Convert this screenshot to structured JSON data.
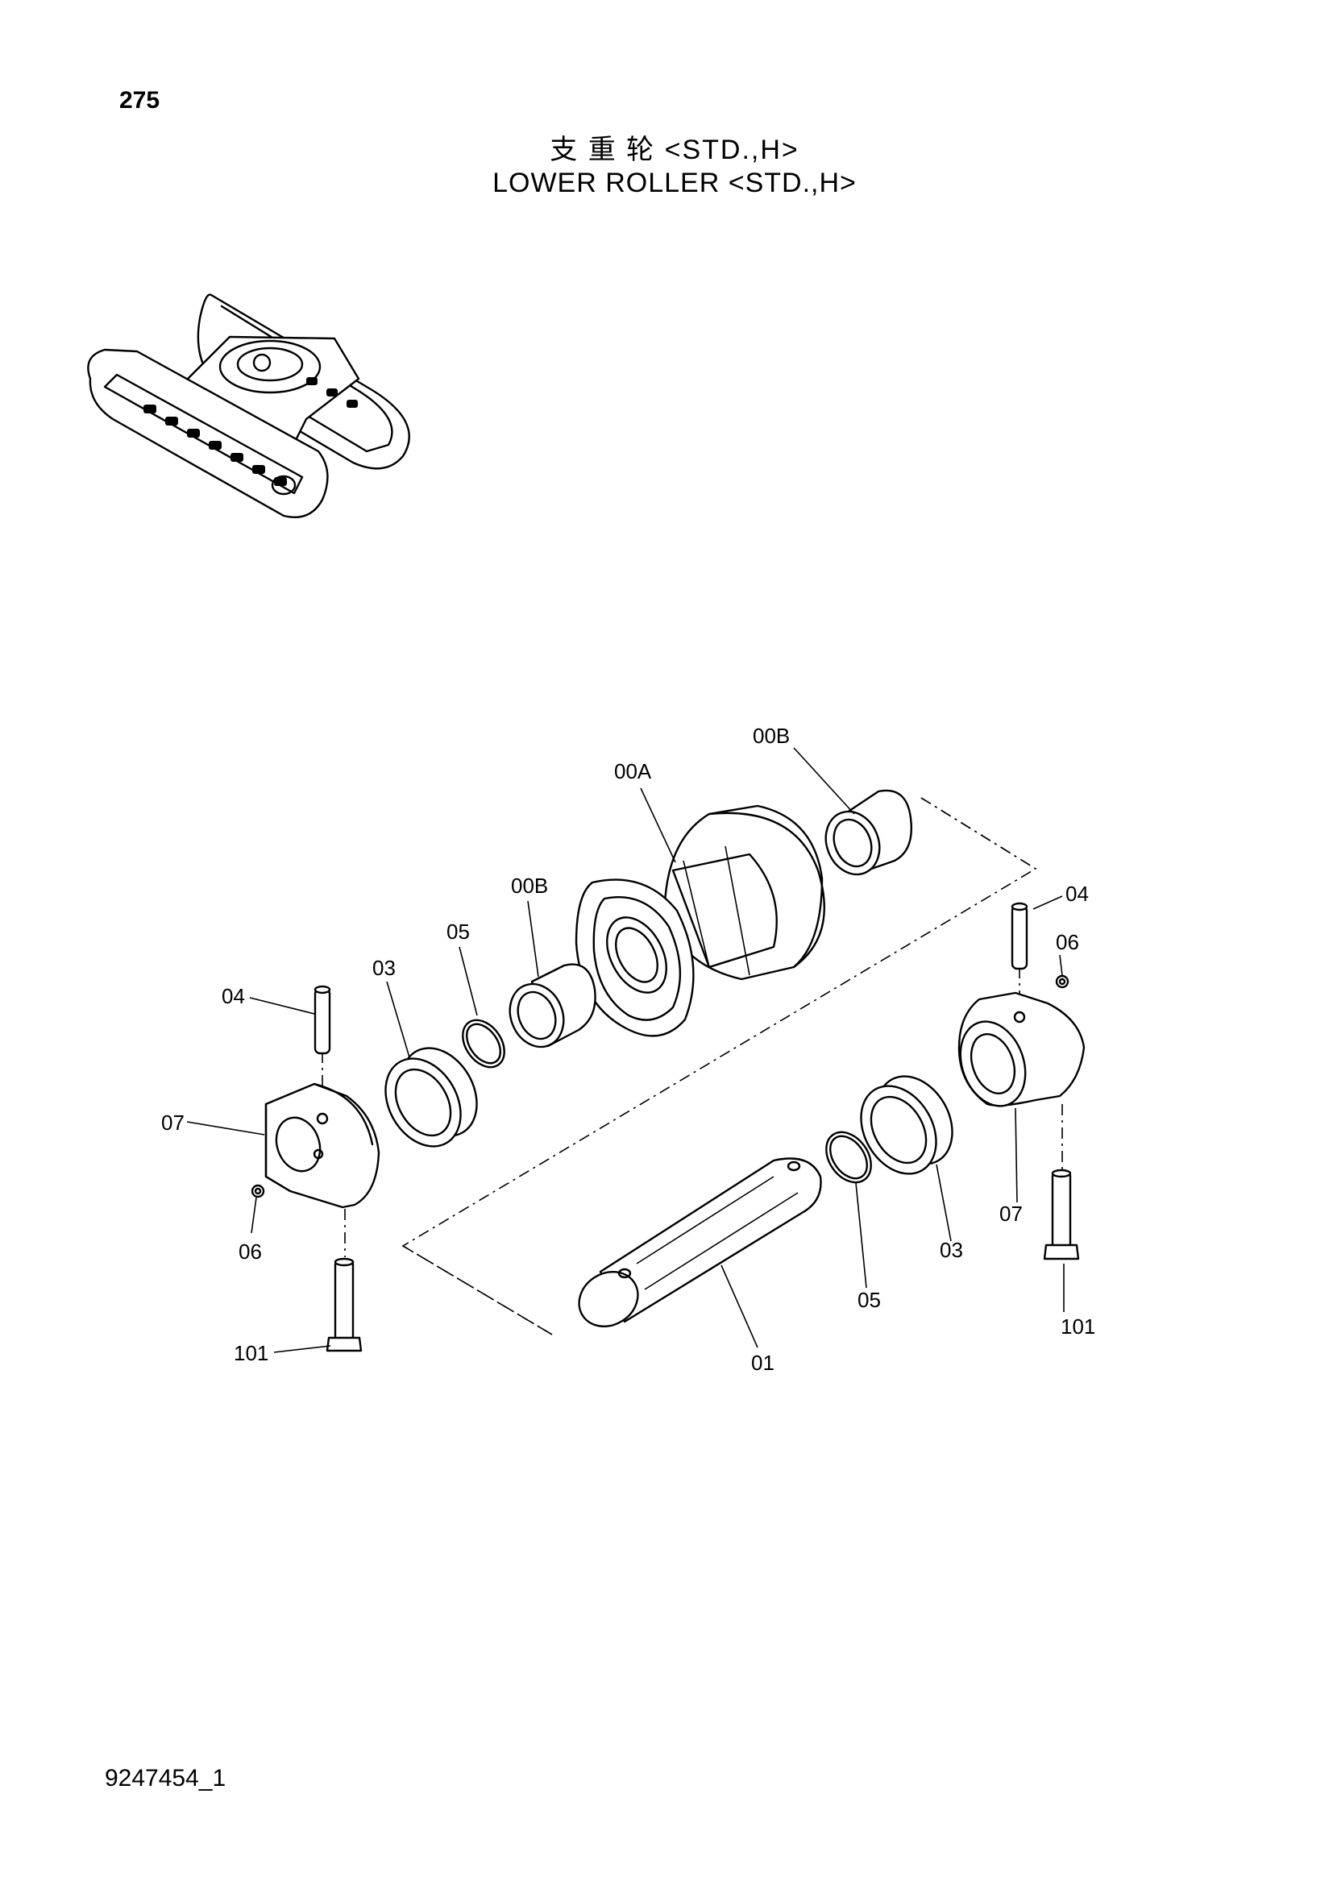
{
  "header": {
    "page_number": "275",
    "title_cn": "支 重 轮 <STD.,H>",
    "title_en": "LOWER ROLLER <STD.,H>"
  },
  "footer": {
    "doc_id": "9247454_1"
  },
  "callouts": {
    "roller_body": "00A",
    "bushing_right": "00B",
    "bushing_left": "00B",
    "pin_left": "04",
    "pin_right": "04",
    "seal_ring_left": "05",
    "seal_ring_right": "05",
    "floating_seal_left": "03",
    "floating_seal_right": "03",
    "collar_left": "07",
    "collar_right": "07",
    "plug_left": "06",
    "plug_right": "06",
    "bolt_left": "101",
    "bolt_right": "101",
    "shaft": "01"
  }
}
